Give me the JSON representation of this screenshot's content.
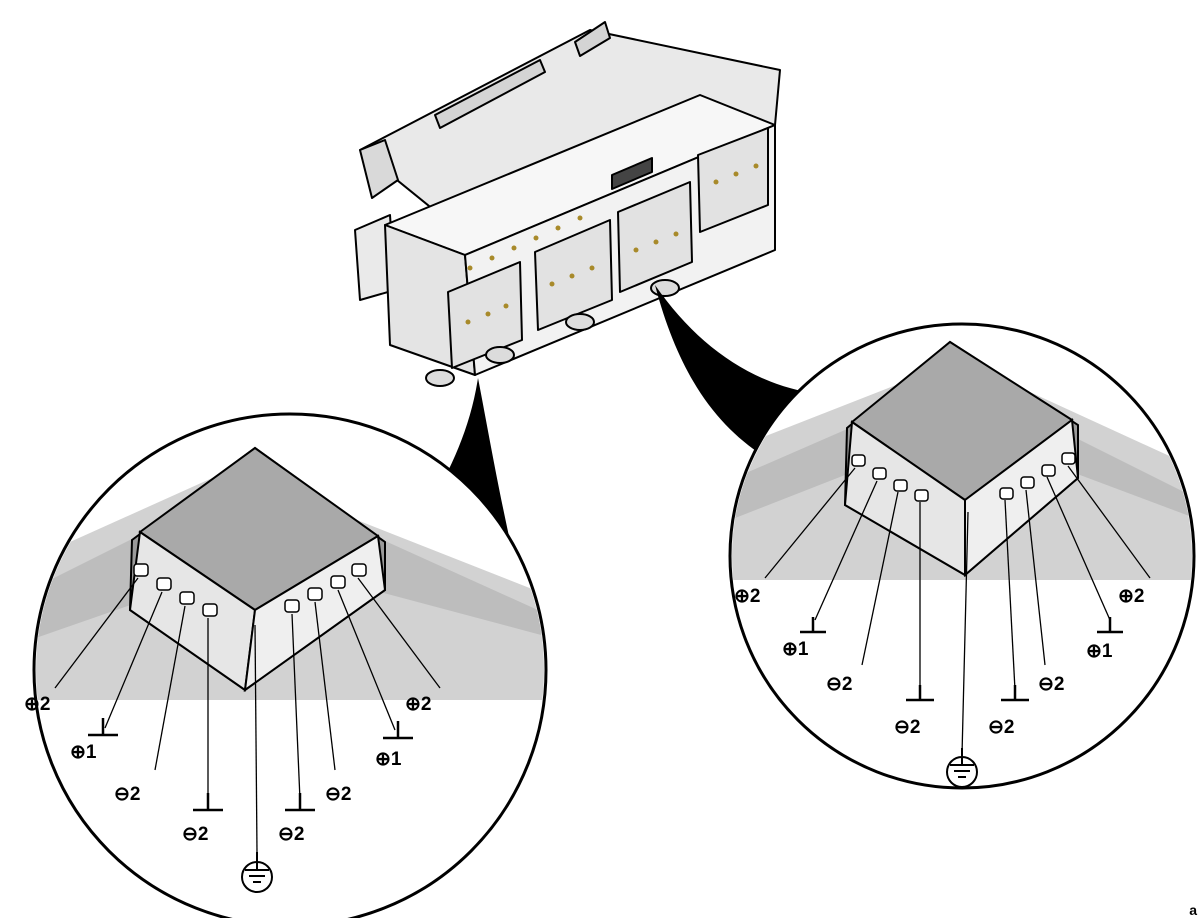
{
  "left_detail": {
    "terminal_labels": [
      "⊕2",
      "⊕1",
      "⊖2",
      "⊖2",
      "⊖2",
      "⊖2",
      "⊕1",
      "⊕2"
    ],
    "ground_symbol": "protective-earth-icon"
  },
  "right_detail": {
    "terminal_labels": [
      "⊕2",
      "⊕1",
      "⊖2",
      "⊖2",
      "⊖2",
      "⊖2",
      "⊕1",
      "⊕2"
    ],
    "ground_symbol": "protective-earth-icon"
  },
  "colors": {
    "line": "#000000",
    "fill_light": "#f2f2f2",
    "fill_mid": "#c8c8c8",
    "fill_dark": "#8a8a8a"
  },
  "corner_text": "a"
}
